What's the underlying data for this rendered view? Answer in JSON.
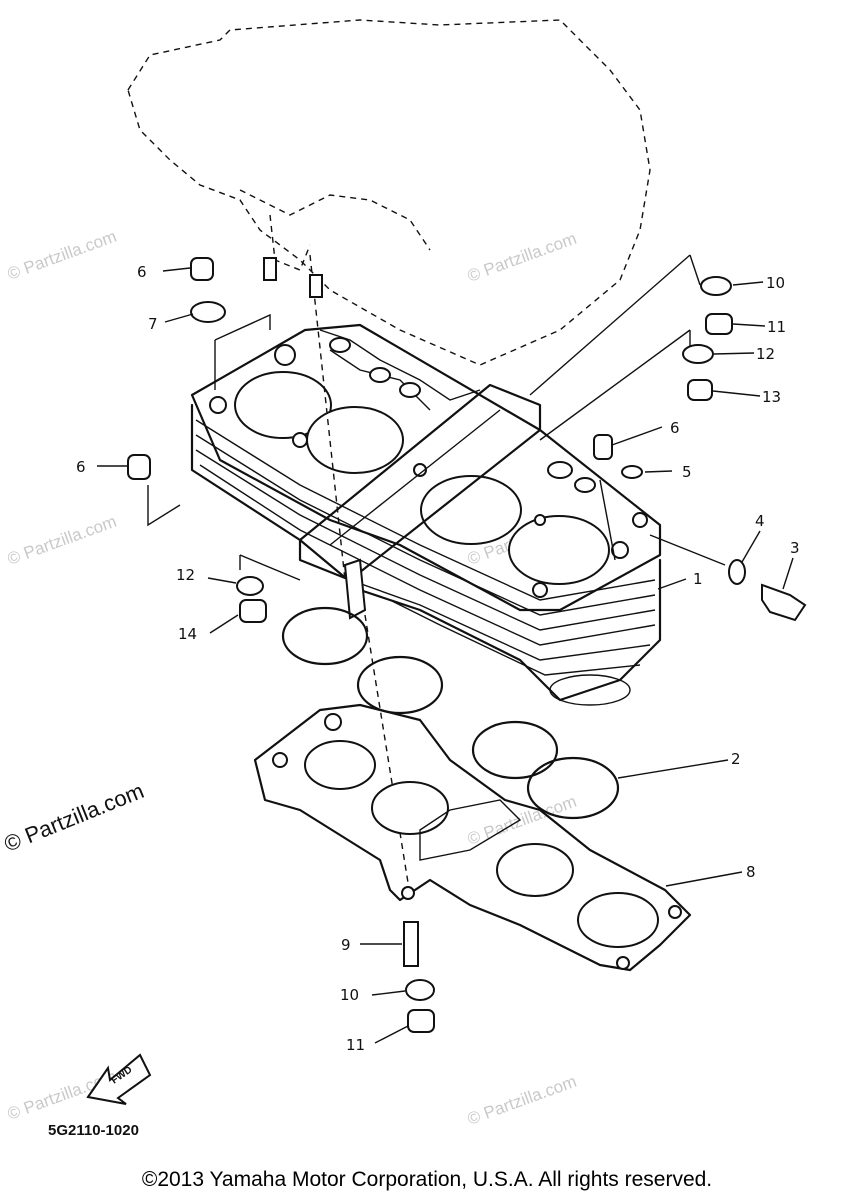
{
  "callouts": [
    {
      "id": "1",
      "label": "1"
    },
    {
      "id": "2",
      "label": "2"
    },
    {
      "id": "3",
      "label": "3"
    },
    {
      "id": "4",
      "label": "4"
    },
    {
      "id": "5",
      "label": "5"
    },
    {
      "id": "6a",
      "label": "6"
    },
    {
      "id": "6b",
      "label": "6"
    },
    {
      "id": "6c",
      "label": "6"
    },
    {
      "id": "7",
      "label": "7"
    },
    {
      "id": "8",
      "label": "8"
    },
    {
      "id": "9",
      "label": "9"
    },
    {
      "id": "10a",
      "label": "10"
    },
    {
      "id": "10b",
      "label": "10"
    },
    {
      "id": "11a",
      "label": "11"
    },
    {
      "id": "11b",
      "label": "11"
    },
    {
      "id": "12a",
      "label": "12"
    },
    {
      "id": "12b",
      "label": "12"
    },
    {
      "id": "13",
      "label": "13"
    },
    {
      "id": "14",
      "label": "14"
    }
  ],
  "watermarks": [
    "© Partzilla.com",
    "© Partzilla.com",
    "© Partzilla.com",
    "© Partzilla.com",
    "© Partzilla.com",
    "© Partzilla.com",
    "© Partzilla.com",
    "© Partzilla.com"
  ],
  "fwd_label": "FWD",
  "diagram_code": "5G2110-1020",
  "copyright": "©2013 Yamaha Motor Corporation, U.S.A. All rights reserved."
}
